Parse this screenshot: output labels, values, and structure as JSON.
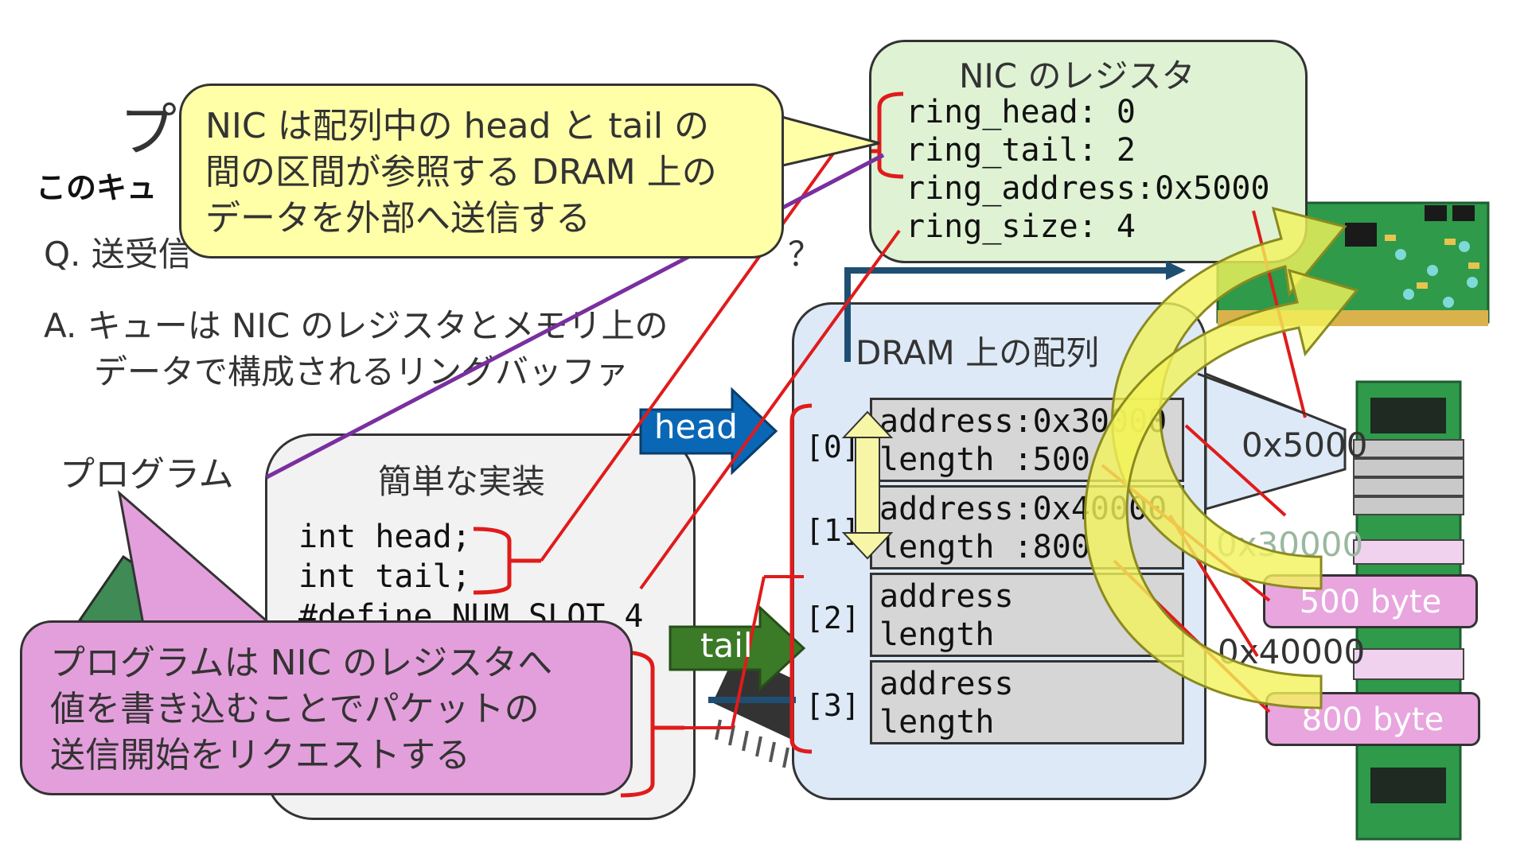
{
  "slide": {
    "title_partial": "プ",
    "subheading_partial": "このキュ"
  },
  "qa": {
    "question_prefix": "Q. 送受信",
    "question_suffix": "？",
    "answer_line1": "A. キューは NIC のレジスタとメモリ上の",
    "answer_line2": "データで構成されるリングバッファ"
  },
  "program": {
    "label": "プログラム",
    "impl_title": "簡単な実装",
    "code_line1": "int head;",
    "code_line2": "int tail;",
    "code_line3": "#define NUM_SLOT 4"
  },
  "nic_registers": {
    "title": "NIC のレジスタ",
    "ring_head": "ring_head: 0",
    "ring_tail": "ring_tail: 2",
    "ring_address": "ring_address:0x5000",
    "ring_size": "ring_size: 4"
  },
  "dram": {
    "title": "DRAM 上の配列",
    "slots": [
      {
        "index": "[0]",
        "line1": "address:0x30000",
        "line2": "length :500"
      },
      {
        "index": "[1]",
        "line1": "address:0x40000",
        "line2": "length :800"
      },
      {
        "index": "[2]",
        "line1": "address",
        "line2": "length"
      },
      {
        "index": "[3]",
        "line1": "address",
        "line2": "length"
      }
    ]
  },
  "arrows": {
    "head": "head",
    "tail": "tail"
  },
  "memory": {
    "addr_ring": "0x5000",
    "addr_30000": "0x30000",
    "addr_40000": "0x40000",
    "bytes_500": "500 byte",
    "bytes_800": "800 byte"
  },
  "callouts": {
    "nic_sends": [
      "NIC は配列中の head と tail の",
      "間の区間が参照する DRAM 上の",
      "データを外部へ送信する"
    ],
    "program_requests": [
      "プログラムは NIC のレジスタへ",
      "値を書き込むことでパケットの",
      "送信開始をリクエストする"
    ]
  },
  "colors": {
    "head_arrow": "#0a67b5",
    "tail_arrow": "#3b7a26",
    "connector_red": "#e01b1b",
    "connector_purple": "#7a2fa0",
    "yellow_arrow": "#f3f35a"
  }
}
